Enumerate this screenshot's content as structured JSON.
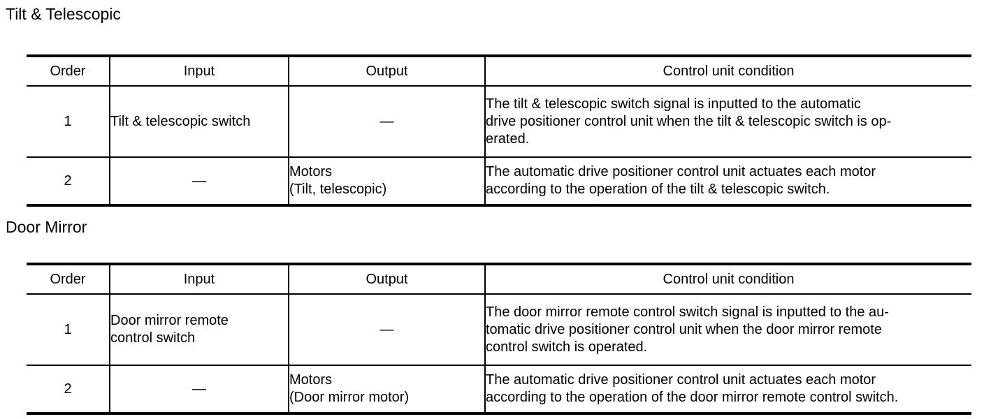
{
  "page": {
    "background": "#ffffff",
    "text_color": "#000000",
    "rule_color": "#000000"
  },
  "sections": [
    {
      "heading": "Tilt & Telescopic",
      "table": {
        "headers": [
          "Order",
          "Input",
          "Output",
          "Control unit condition"
        ],
        "rows": [
          {
            "order": "1",
            "input": "Tilt & telescopic switch",
            "output": "—",
            "condition": "The tilt & telescopic switch signal is inputted to the automatic\ndrive positioner control unit when the tilt & telescopic switch is op-\nerated."
          },
          {
            "order": "2",
            "input": "—",
            "output": "Motors\n(Tilt, telescopic)",
            "condition": "The automatic drive positioner control unit actuates each motor\naccording to the operation of the tilt & telescopic switch."
          }
        ]
      }
    },
    {
      "heading": "Door Mirror",
      "table": {
        "headers": [
          "Order",
          "Input",
          "Output",
          "Control unit condition"
        ],
        "rows": [
          {
            "order": "1",
            "input": "Door mirror remote\ncontrol switch",
            "output": "—",
            "condition": "The door mirror remote control switch signal is inputted to the au-\ntomatic drive positioner control unit when the door mirror remote\ncontrol switch is operated."
          },
          {
            "order": "2",
            "input": "—",
            "output": "Motors\n(Door mirror motor)",
            "condition": "The automatic drive positioner control unit actuates each motor\naccording to the operation of the door mirror remote control switch."
          }
        ]
      }
    }
  ]
}
